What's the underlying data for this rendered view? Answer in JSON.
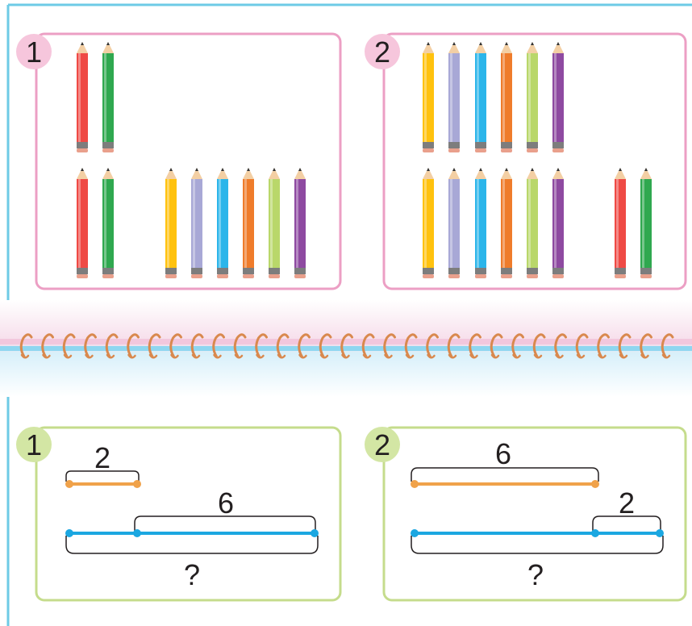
{
  "colors": {
    "page_border": "#6ecbe6",
    "pink_frame": "#ec9fc4",
    "pink_badge": "#f6c6dc",
    "green_frame": "#c5dc8c",
    "green_badge": "#d3e6a4",
    "orange_line": "#f0a24a",
    "blue_line": "#1ba7e1",
    "spiral_ring": "#d9894e",
    "band_blue": "#8fd6f0",
    "band_pink": "#f1c3db"
  },
  "pencil_colors": {
    "red": "#ef4a45",
    "green": "#2fa84f",
    "yellow": "#ffc20e",
    "lavender": "#a8a8d6",
    "sky": "#2bb5ea",
    "orange": "#ef7c2b",
    "lime": "#b9d76a",
    "purple": "#8e4aa1"
  },
  "top_panels": [
    {
      "badge": "1",
      "rows": [
        [
          "red",
          "green"
        ],
        [
          "red",
          "green",
          "yellow",
          "lavender",
          "sky",
          "orange",
          "lime",
          "purple"
        ]
      ]
    },
    {
      "badge": "2",
      "rows": [
        [
          "yellow",
          "lavender",
          "sky",
          "orange",
          "lime",
          "purple"
        ],
        [
          "yellow",
          "lavender",
          "sky",
          "orange",
          "lime",
          "purple",
          "red",
          "green"
        ]
      ]
    }
  ],
  "bottom_panels": [
    {
      "badge": "1",
      "short_bar": {
        "label": "2",
        "color": "orange"
      },
      "long_bar": {
        "part_label": "6",
        "total_label": "?",
        "color": "blue"
      }
    },
    {
      "badge": "2",
      "short_bar": {
        "label": "6",
        "color": "orange"
      },
      "long_bar": {
        "part_label": "2",
        "total_label": "?",
        "color": "blue"
      }
    }
  ]
}
